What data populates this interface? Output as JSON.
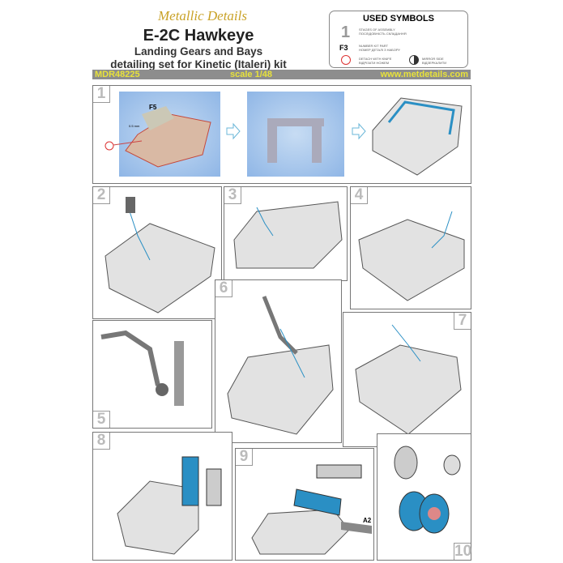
{
  "header": {
    "brand": "Metallic Details",
    "title": "E-2C Hawkeye",
    "subtitle_line1": "Landing Gears and Bays",
    "subtitle_line2": "detailing set for Kinetic (Italeri) kit"
  },
  "symbols": {
    "title": "USED SYMBOLS",
    "stage_num": "1",
    "stage_en": "STAGES OF ASSEMBLY",
    "stage_ua": "ПОСЛІДОВНІСТЬ СКЛАДАННЯ",
    "part_code": "F3",
    "part_en": "NUMBER KIT PART",
    "part_ua": "НОМЕР ДЕТАЛІ З НАБОРУ",
    "knife_en": "DETACH WITH KNIFE",
    "knife_ua": "ВІДРІЗАТИ НОЖЕМ",
    "mirror_en": "MIRROR SIDE",
    "mirror_ua": "ВІДЗЕРКАЛИТИ"
  },
  "bar": {
    "code": "MDR48225",
    "scale": "scale 1/48",
    "url": "www.metdetails.com"
  },
  "colors": {
    "accent_blue": "#2a8fc4",
    "bar_gray": "#8d8d8d",
    "bar_text": "#e8e23a",
    "brand_gold": "#c9a227"
  },
  "steps": [
    {
      "num": "1",
      "part_label": "F5",
      "dimension": "0.5 mm"
    },
    {
      "num": "2"
    },
    {
      "num": "3"
    },
    {
      "num": "4"
    },
    {
      "num": "5"
    },
    {
      "num": "6"
    },
    {
      "num": "7"
    },
    {
      "num": "8"
    },
    {
      "num": "9",
      "part_label": "A2"
    },
    {
      "num": "10"
    }
  ]
}
